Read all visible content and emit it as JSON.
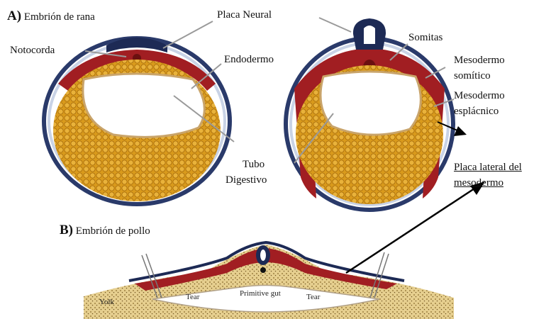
{
  "panel_a": {
    "letter": "A)",
    "title": "Embrión de rana",
    "labels": {
      "neural_plate": "Placa Neural",
      "notochord": "Notocorda",
      "endoderm": "Endodermo",
      "somites": "Somitas",
      "somitic_mesoderm_1": "Mesodermo",
      "somitic_mesoderm_2": "somítico",
      "splanchnic_mesoderm_1": "Mesodermo",
      "splanchnic_mesoderm_2": "esplácnico",
      "lateral_plate_1": "Placa lateral del",
      "lateral_plate_2": "mesodermo",
      "gut_1": "Tubo",
      "gut_2": "Digestivo"
    }
  },
  "panel_b": {
    "letter": "B)",
    "title": "Embrión de pollo",
    "labels": {
      "yolk": "Yolk",
      "tear_left": "Tear",
      "primitive_gut": "Primitive gut",
      "tear_right": "Tear"
    }
  },
  "colors": {
    "ectoderm": "#1d2a55",
    "mesoderm": "#a11e22",
    "yolk": "#d8a020",
    "endoderm": "#c9a46a",
    "background": "#ffffff"
  }
}
